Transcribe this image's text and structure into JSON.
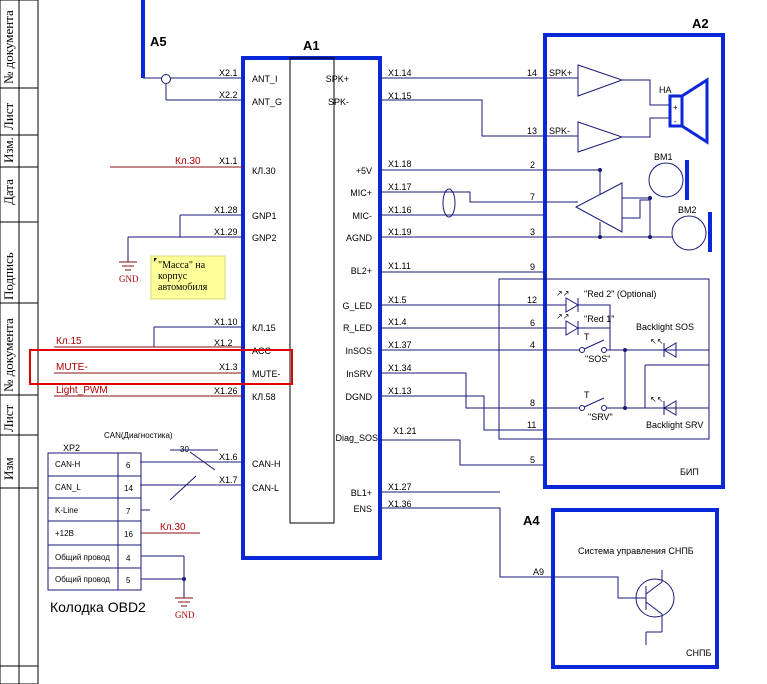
{
  "sidebar": {
    "labels": [
      "№ документа",
      "Лист",
      "Изм.",
      "Дата",
      "Подпись",
      "№ документа",
      "Лист",
      "Изм"
    ]
  },
  "blocks": {
    "a5": "A5",
    "a1": "A1",
    "a2": "A2",
    "a4": "A4"
  },
  "a1_left_pins": [
    {
      "wire": "X2.1",
      "pin": "ANT_I"
    },
    {
      "wire": "X2.2",
      "pin": "ANT_G"
    },
    {
      "wire": "X1.1",
      "pin": "КЛ.30"
    },
    {
      "wire": "X1.28",
      "pin": "GNP1"
    },
    {
      "wire": "X1.29",
      "pin": "GNP2"
    },
    {
      "wire": "X1.10",
      "pin": "КЛ.15"
    },
    {
      "wire": "X1.2",
      "pin": "ACC"
    },
    {
      "wire": "X1.3",
      "pin": "MUTE-"
    },
    {
      "wire": "X1.26",
      "pin": "КЛ.58"
    },
    {
      "wire": "X1.6",
      "pin": "CAN-H"
    },
    {
      "wire": "X1.7",
      "pin": "CAN-L"
    }
  ],
  "a1_right_pins": [
    {
      "wire": "X1.14",
      "pin": "SPK+"
    },
    {
      "wire": "X1.15",
      "pin": "SPK-"
    },
    {
      "wire": "X1.18",
      "pin": "+5V"
    },
    {
      "wire": "X1.17",
      "pin": "MIC+"
    },
    {
      "wire": "X1.16",
      "pin": "MIC-"
    },
    {
      "wire": "X1.19",
      "pin": "AGND"
    },
    {
      "wire": "X1.11",
      "pin": "BL2+"
    },
    {
      "wire": "X1.5",
      "pin": "G_LED"
    },
    {
      "wire": "X1.4",
      "pin": "R_LED"
    },
    {
      "wire": "X1.37",
      "pin": "InSOS"
    },
    {
      "wire": "X1.34",
      "pin": "InSRV"
    },
    {
      "wire": "X1.13",
      "pin": "DGND"
    },
    {
      "wire": "X1.21",
      "pin": "Diag_SOS"
    },
    {
      "wire": "X1.27",
      "pin": "BL1+"
    },
    {
      "wire": "X1.36",
      "pin": "ENS"
    }
  ],
  "a2_pins": [
    "14",
    "13",
    "2",
    "7",
    "3",
    "9",
    "12",
    "6",
    "4",
    "8",
    "11",
    "5"
  ],
  "a2_labels": {
    "spk_plus": "SPK+",
    "spk_minus": "SPK-",
    "ha": "HA",
    "bm1": "BM1",
    "bm2": "BM2",
    "red2": "\"Red 2\" (Optional)",
    "red1": "\"Red 1\"",
    "sos": "\"SOS\"",
    "srv": "\"SRV\"",
    "backlight_sos": "Backlight SOS",
    "backlight_srv": "Backlight SRV",
    "bip": "БИП"
  },
  "a4_labels": {
    "system": "Система управления СНПБ",
    "a9": "A9",
    "snpb": "СНПБ"
  },
  "left_wires": {
    "kl30_top": "Кл.30",
    "kl15": "Кл.15",
    "mute": "MUTE-",
    "light_pwm": "Light_PWM",
    "gnd1": "GND",
    "gnd2": "GND",
    "note": [
      "\"Масса\" на",
      "корпус",
      "автомобиля"
    ]
  },
  "obd": {
    "can_label": "CAN(Диагностика)",
    "twist": "30",
    "connector": "XP2",
    "title": "Колодка OBD2",
    "kl30": "Кл.30",
    "rows": [
      {
        "name": "CAN-H",
        "pin": "6"
      },
      {
        "name": "CAN_L",
        "pin": "14"
      },
      {
        "name": "K-Line",
        "pin": "7"
      },
      {
        "name": "+12В",
        "pin": "16"
      },
      {
        "name": "Общий провод",
        "pin": "4"
      },
      {
        "name": "Общий провод",
        "pin": "5"
      }
    ]
  },
  "colors": {
    "block_border": "#0a28d8",
    "highlight": "#e00000",
    "note_fill": "#ffff99"
  }
}
